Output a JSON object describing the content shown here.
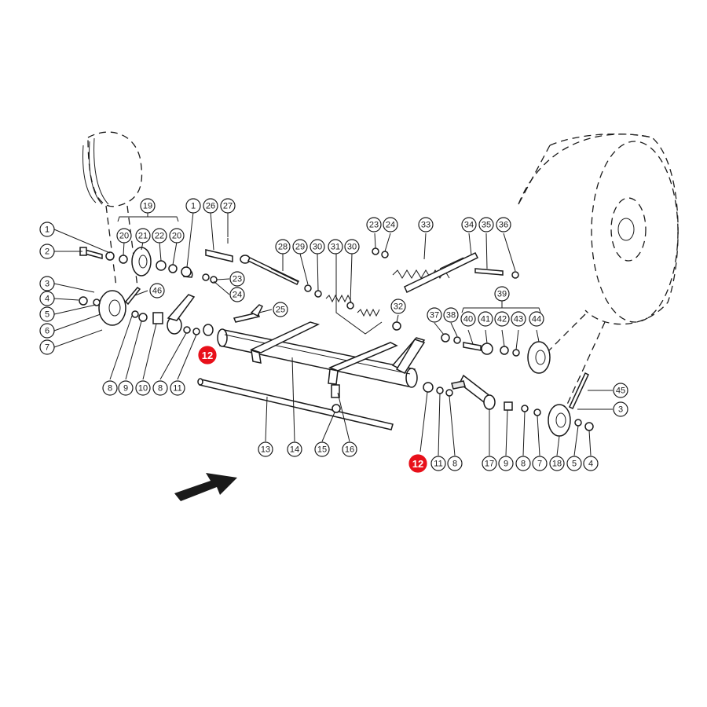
{
  "diagram": {
    "highlight_color": "#e8101a",
    "highlighted_part": "12",
    "callouts": [
      {
        "id": "c1a",
        "label": "1"
      },
      {
        "id": "c2",
        "label": "2"
      },
      {
        "id": "c3a",
        "label": "3"
      },
      {
        "id": "c4a",
        "label": "4"
      },
      {
        "id": "c5a",
        "label": "5"
      },
      {
        "id": "c6",
        "label": "6"
      },
      {
        "id": "c7a",
        "label": "7"
      },
      {
        "id": "c19",
        "label": "19"
      },
      {
        "id": "c20a",
        "label": "20"
      },
      {
        "id": "c21",
        "label": "21"
      },
      {
        "id": "c22",
        "label": "22"
      },
      {
        "id": "c20b",
        "label": "20"
      },
      {
        "id": "c46",
        "label": "46"
      },
      {
        "id": "c1b",
        "label": "1"
      },
      {
        "id": "c26",
        "label": "26"
      },
      {
        "id": "c27",
        "label": "27"
      },
      {
        "id": "c23a",
        "label": "23"
      },
      {
        "id": "c24a",
        "label": "24"
      },
      {
        "id": "c12a",
        "label": "12"
      },
      {
        "id": "c8a",
        "label": "8"
      },
      {
        "id": "c9a",
        "label": "9"
      },
      {
        "id": "c10",
        "label": "10"
      },
      {
        "id": "c8b",
        "label": "8"
      },
      {
        "id": "c11a",
        "label": "11"
      },
      {
        "id": "c28",
        "label": "28"
      },
      {
        "id": "c29",
        "label": "29"
      },
      {
        "id": "c30a",
        "label": "30"
      },
      {
        "id": "c31",
        "label": "31"
      },
      {
        "id": "c30b",
        "label": "30"
      },
      {
        "id": "c25",
        "label": "25"
      },
      {
        "id": "c23b",
        "label": "23"
      },
      {
        "id": "c24b",
        "label": "24"
      },
      {
        "id": "c33",
        "label": "33"
      },
      {
        "id": "c34",
        "label": "34"
      },
      {
        "id": "c35",
        "label": "35"
      },
      {
        "id": "c36",
        "label": "36"
      },
      {
        "id": "c32",
        "label": "32"
      },
      {
        "id": "c39",
        "label": "39"
      },
      {
        "id": "c37",
        "label": "37"
      },
      {
        "id": "c38",
        "label": "38"
      },
      {
        "id": "c40",
        "label": "40"
      },
      {
        "id": "c41",
        "label": "41"
      },
      {
        "id": "c42",
        "label": "42"
      },
      {
        "id": "c43",
        "label": "43"
      },
      {
        "id": "c44",
        "label": "44"
      },
      {
        "id": "c45",
        "label": "45"
      },
      {
        "id": "c3b",
        "label": "3"
      },
      {
        "id": "c13",
        "label": "13"
      },
      {
        "id": "c14",
        "label": "14"
      },
      {
        "id": "c15",
        "label": "15"
      },
      {
        "id": "c16",
        "label": "16"
      },
      {
        "id": "c12b",
        "label": "12"
      },
      {
        "id": "c11b",
        "label": "11"
      },
      {
        "id": "c8c",
        "label": "8"
      },
      {
        "id": "c17",
        "label": "17"
      },
      {
        "id": "c9b",
        "label": "9"
      },
      {
        "id": "c8d",
        "label": "8"
      },
      {
        "id": "c7b",
        "label": "7"
      },
      {
        "id": "c18",
        "label": "18"
      },
      {
        "id": "c5b",
        "label": "5"
      },
      {
        "id": "c4b",
        "label": "4"
      }
    ]
  }
}
